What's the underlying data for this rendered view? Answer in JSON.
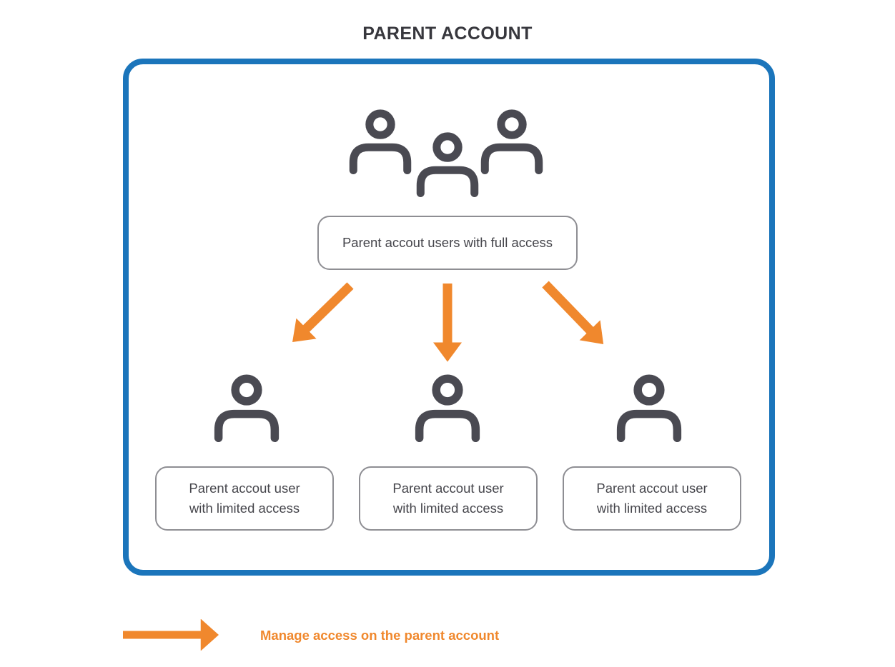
{
  "title": "PARENT ACCOUNT",
  "parent_box": {
    "full_access_label": "Parent accout users with full access",
    "limited_users": [
      {
        "line1": "Parent accout user",
        "line2": "with limited access"
      },
      {
        "line1": "Parent accout user",
        "line2": "with limited access"
      },
      {
        "line1": "Parent accout user",
        "line2": "with limited access"
      }
    ]
  },
  "legend": {
    "label": "Manage access on the parent account"
  },
  "icons": {
    "group": "group-of-three-users-icon",
    "person": "single-user-icon",
    "arrow": "manage-access-arrow-icon"
  },
  "colors": {
    "border_blue": "#1b75bb",
    "arrow_orange": "#f0882d",
    "icon_gray": "#4a4a52",
    "box_border_gray": "#8e8e93",
    "text_dark": "#37373d",
    "box_text": "#45454b"
  }
}
